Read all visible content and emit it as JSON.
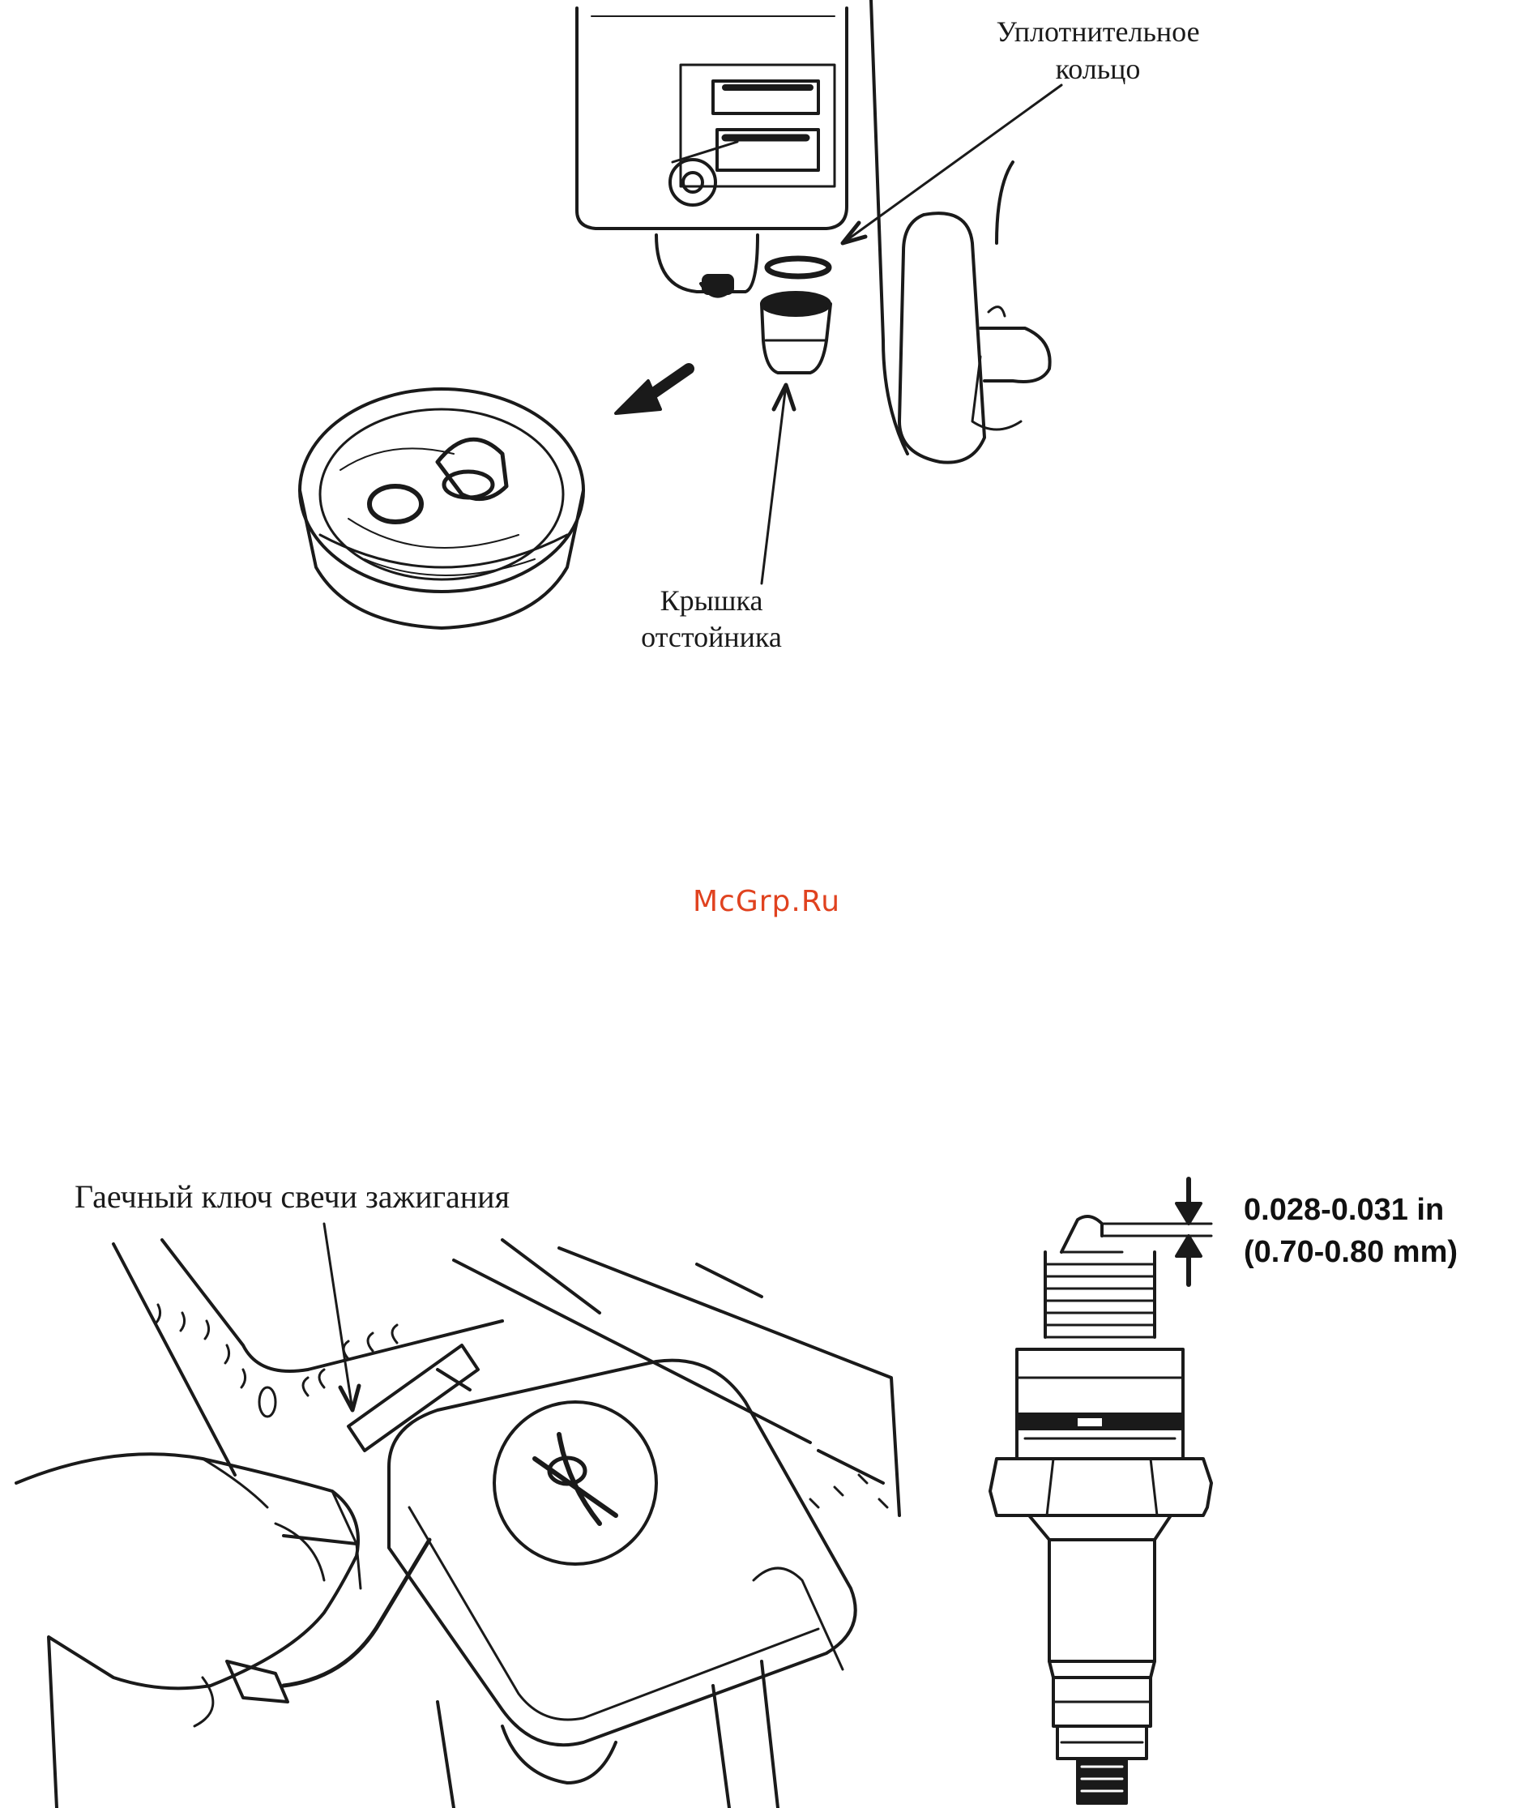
{
  "figure_top": {
    "label_seal_ring_line1": "Уплотнительное",
    "label_seal_ring_line2": "кольцо",
    "label_sediment_cup_line1": "Крышка",
    "label_sediment_cup_line2": "отстойника"
  },
  "watermark": {
    "text": "McGrp.Ru",
    "color": "#e0421f"
  },
  "figure_bottom_left": {
    "label_spark_plug_wrench": "Гаечный ключ свечи зажигания"
  },
  "figure_bottom_right": {
    "gap_spec_in": "0.028-0.031 in",
    "gap_spec_mm": "(0.70-0.80 mm)"
  }
}
